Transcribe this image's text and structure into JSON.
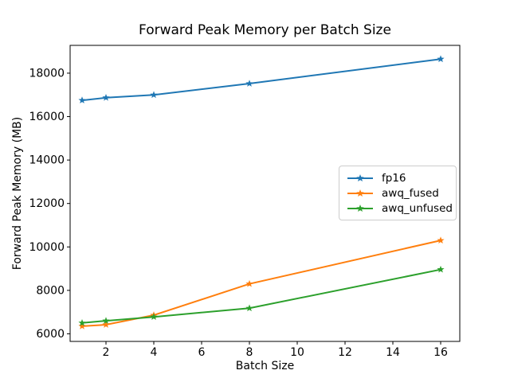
{
  "window": {
    "background": "#ffffff"
  },
  "chart_data": {
    "type": "line",
    "title": "Forward Peak Memory per Batch Size",
    "xlabel": "Batch Size",
    "ylabel": "Forward Peak Memory (MB)",
    "x": [
      1,
      2,
      4,
      8,
      16
    ],
    "series": [
      {
        "name": "fp16",
        "color": "#1f77b4",
        "values": [
          16750,
          16870,
          17000,
          17520,
          18650
        ]
      },
      {
        "name": "awq_fused",
        "color": "#ff7f0e",
        "values": [
          6350,
          6420,
          6860,
          8300,
          10300
        ]
      },
      {
        "name": "awq_unfused",
        "color": "#2ca02c",
        "values": [
          6500,
          6600,
          6780,
          7180,
          8960
        ]
      }
    ],
    "marker": "star",
    "xticks": [
      2,
      4,
      6,
      8,
      10,
      12,
      14,
      16
    ],
    "yticks": [
      6000,
      8000,
      10000,
      12000,
      14000,
      16000,
      18000
    ],
    "xlim": [
      0.5,
      16.8
    ],
    "ylim": [
      5650,
      19280
    ],
    "grid": false,
    "legend_position": "center right",
    "axis_color": "#000000",
    "legend_border_color": "#cccccc"
  }
}
